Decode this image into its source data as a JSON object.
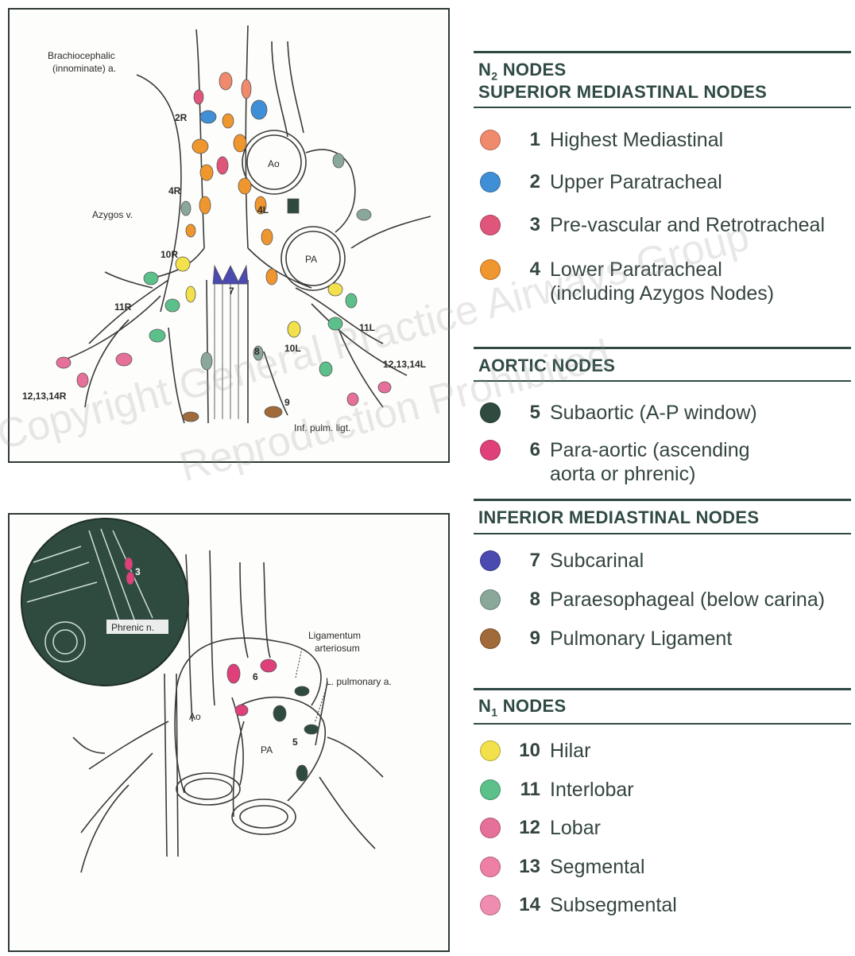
{
  "top_diagram": {
    "labels": {
      "brachiocephalic_1": "Brachiocephalic",
      "brachiocephalic_2": "(innominate) a.",
      "azygos": "Azygos v.",
      "ao": "Ao",
      "pa": "PA",
      "n2r": "2R",
      "n4r": "4R",
      "n4l": "4L",
      "n10r": "10R",
      "n10l": "10L",
      "n11r": "11R",
      "n11l": "11L",
      "n7": "7",
      "n8": "8",
      "n9": "9",
      "n12_14r": "12,13,14R",
      "n12_14l": "12,13,14L",
      "inf_pulm": "Inf. pulm. ligt."
    }
  },
  "bottom_diagram": {
    "labels": {
      "ligamentum_1": "Ligamentum",
      "ligamentum_2": "arteriosum",
      "l_pulmonary": "L. pulmonary a.",
      "phrenic": "Phrenic n.",
      "ao": "Ao",
      "pa": "PA",
      "n3": "3",
      "n5": "5",
      "n6": "6"
    }
  },
  "legend": {
    "n2_title_prefix": "N",
    "n2_title_sub": "2",
    "n2_title_suffix": " NODES",
    "superior_title": "SUPERIOR MEDIASTINAL NODES",
    "aortic_title": "AORTIC NODES",
    "inferior_title": "INFERIOR MEDIASTINAL NODES",
    "n1_title_prefix": "N",
    "n1_title_sub": "1",
    "n1_title_suffix": " NODES",
    "items": [
      {
        "num": "1",
        "name": "Highest Mediastinal",
        "color": "#f08a6c"
      },
      {
        "num": "2",
        "name": "Upper Paratracheal",
        "color": "#3f8fd6"
      },
      {
        "num": "3",
        "name": "Pre-vascular and Retrotracheal",
        "color": "#e0567a"
      },
      {
        "num": "4",
        "name": "Lower Paratracheal",
        "name2": "(including Azygos Nodes)",
        "color": "#f0962e"
      },
      {
        "num": "5",
        "name": "Subaortic (A-P window)",
        "color": "#2f4a3e"
      },
      {
        "num": "6",
        "name": "Para-aortic (ascending",
        "name2": "aorta or phrenic)",
        "color": "#e0407a"
      },
      {
        "num": "7",
        "name": "Subcarinal",
        "color": "#4a4ab0"
      },
      {
        "num": "8",
        "name": "Paraesophageal (below carina)",
        "color": "#8aa89a"
      },
      {
        "num": "9",
        "name": "Pulmonary Ligament",
        "color": "#a06a3a"
      },
      {
        "num": "10",
        "name": "Hilar",
        "color": "#f2e14a"
      },
      {
        "num": "11",
        "name": "Interlobar",
        "color": "#5cc08a"
      },
      {
        "num": "12",
        "name": "Lobar",
        "color": "#e6709a"
      },
      {
        "num": "13",
        "name": "Segmental",
        "color": "#ee80a6"
      },
      {
        "num": "14",
        "name": "Subsegmental",
        "color": "#f08cb0"
      }
    ]
  },
  "watermark": {
    "line1": "Copyright General Practice Airways Group",
    "line2": "Reproduction Prohibited"
  }
}
